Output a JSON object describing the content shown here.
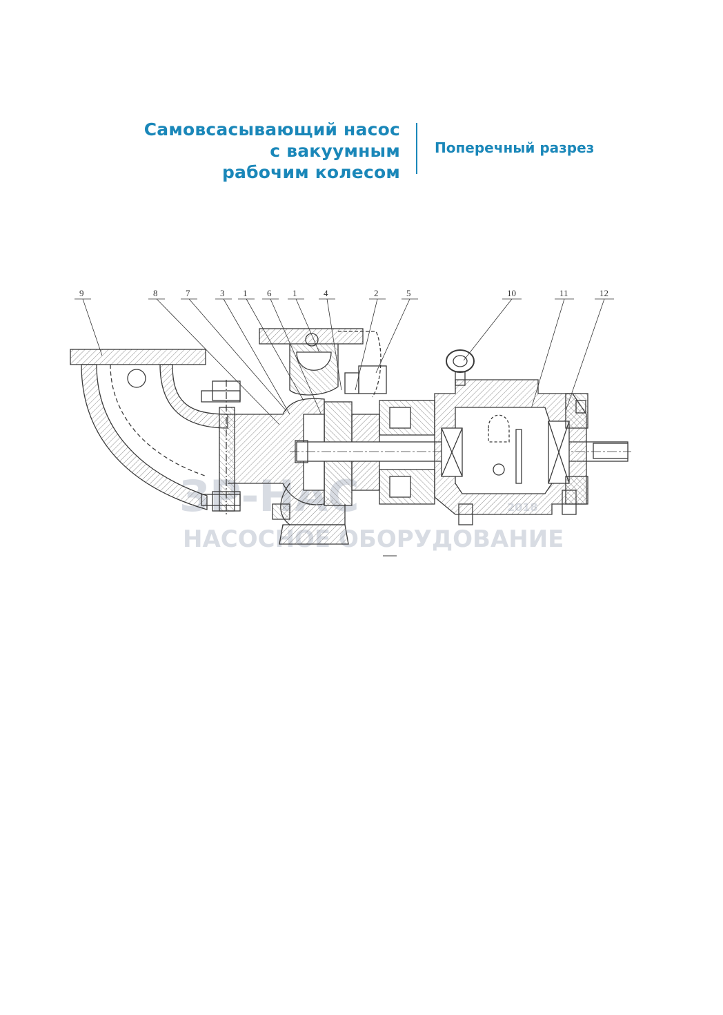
{
  "header": {
    "title_lines": [
      "Самовсасывающий насос",
      "с вакуумным",
      "рабочим колесом"
    ],
    "subtitle": "Поперечный разрез"
  },
  "drawing": {
    "callouts": [
      "9",
      "8",
      "7",
      "3",
      "1",
      "6",
      "1",
      "4",
      "2",
      "5",
      "10",
      "11",
      "12"
    ],
    "watermark": {
      "logo": "ЗР-НАС",
      "caption": "НАСОСНОЕ ОБОРУДОВАНИЕ",
      "year": "2018"
    }
  },
  "colors": {
    "accent": "#1a87b9",
    "line": "#3a3a3a",
    "hatch": "#8a8a8a",
    "watermark": "#c8ced8"
  }
}
